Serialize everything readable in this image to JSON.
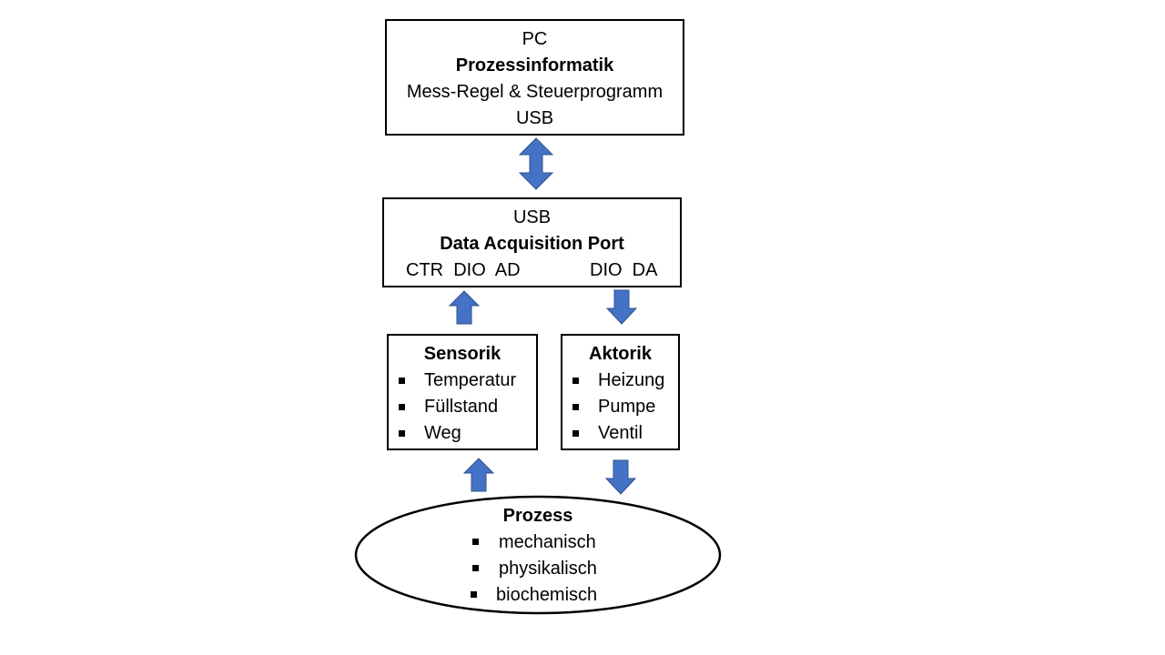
{
  "pc": {
    "line1": "PC",
    "title": "Prozessinformatik",
    "line3": "Mess-Regel & Steuerprogramm",
    "line4": "USB"
  },
  "daq": {
    "line1": "USB",
    "title": "Data Acquisition Port",
    "ports_left": "CTR  DIO  AD",
    "ports_right": "DIO  DA"
  },
  "sensorik": {
    "title": "Sensorik",
    "items": [
      "Temperatur",
      "Füllstand",
      "Weg"
    ]
  },
  "aktorik": {
    "title": "Aktorik",
    "items": [
      "Heizung",
      "Pumpe",
      "Ventil"
    ]
  },
  "prozess": {
    "title": "Prozess",
    "items": [
      "mechanisch",
      "physikalisch",
      "biochemisch"
    ]
  },
  "colors": {
    "arrow": "#4472C4",
    "border": "#000000"
  }
}
